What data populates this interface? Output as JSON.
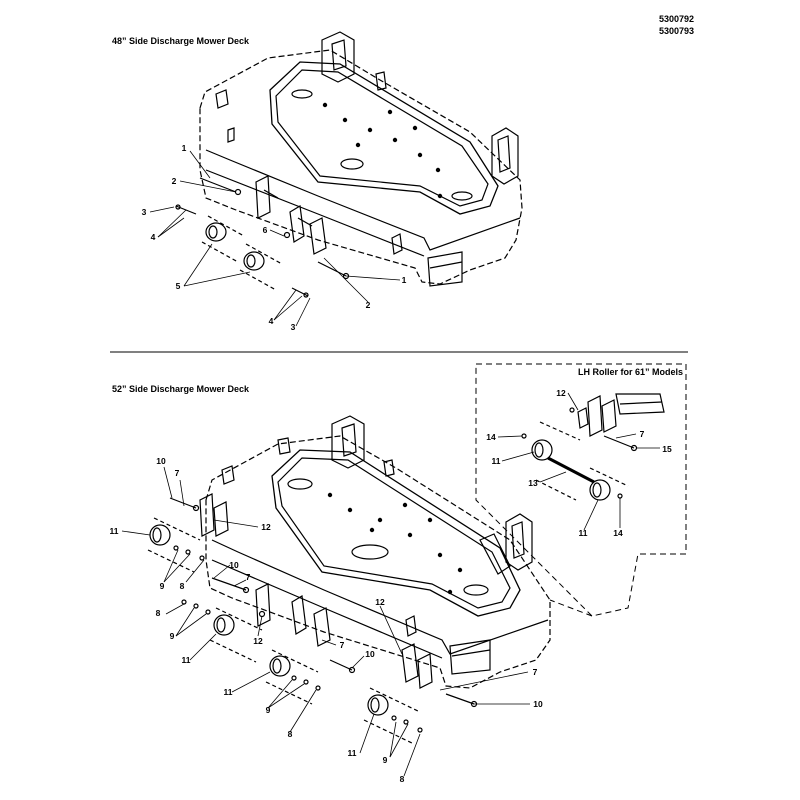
{
  "part_numbers": [
    "5300792",
    "5300793"
  ],
  "sections": {
    "top_title": "48” Side Discharge Mower Deck",
    "bottom_title": "52” Side Discharge Mower Deck",
    "inset_title": "LH Roller for 61” Models"
  },
  "callouts": {
    "top": [
      "1",
      "2",
      "3",
      "4",
      "6",
      "5",
      "4",
      "3",
      "2",
      "1"
    ],
    "bottom": [
      "10",
      "7",
      "12",
      "11",
      "9",
      "8",
      "7",
      "10",
      "8",
      "9",
      "11",
      "12",
      "7",
      "10",
      "12",
      "11",
      "9",
      "8",
      "7",
      "10",
      "11",
      "9",
      "8"
    ],
    "inset": [
      "12",
      "14",
      "7",
      "15",
      "11",
      "13",
      "11",
      "14"
    ]
  }
}
